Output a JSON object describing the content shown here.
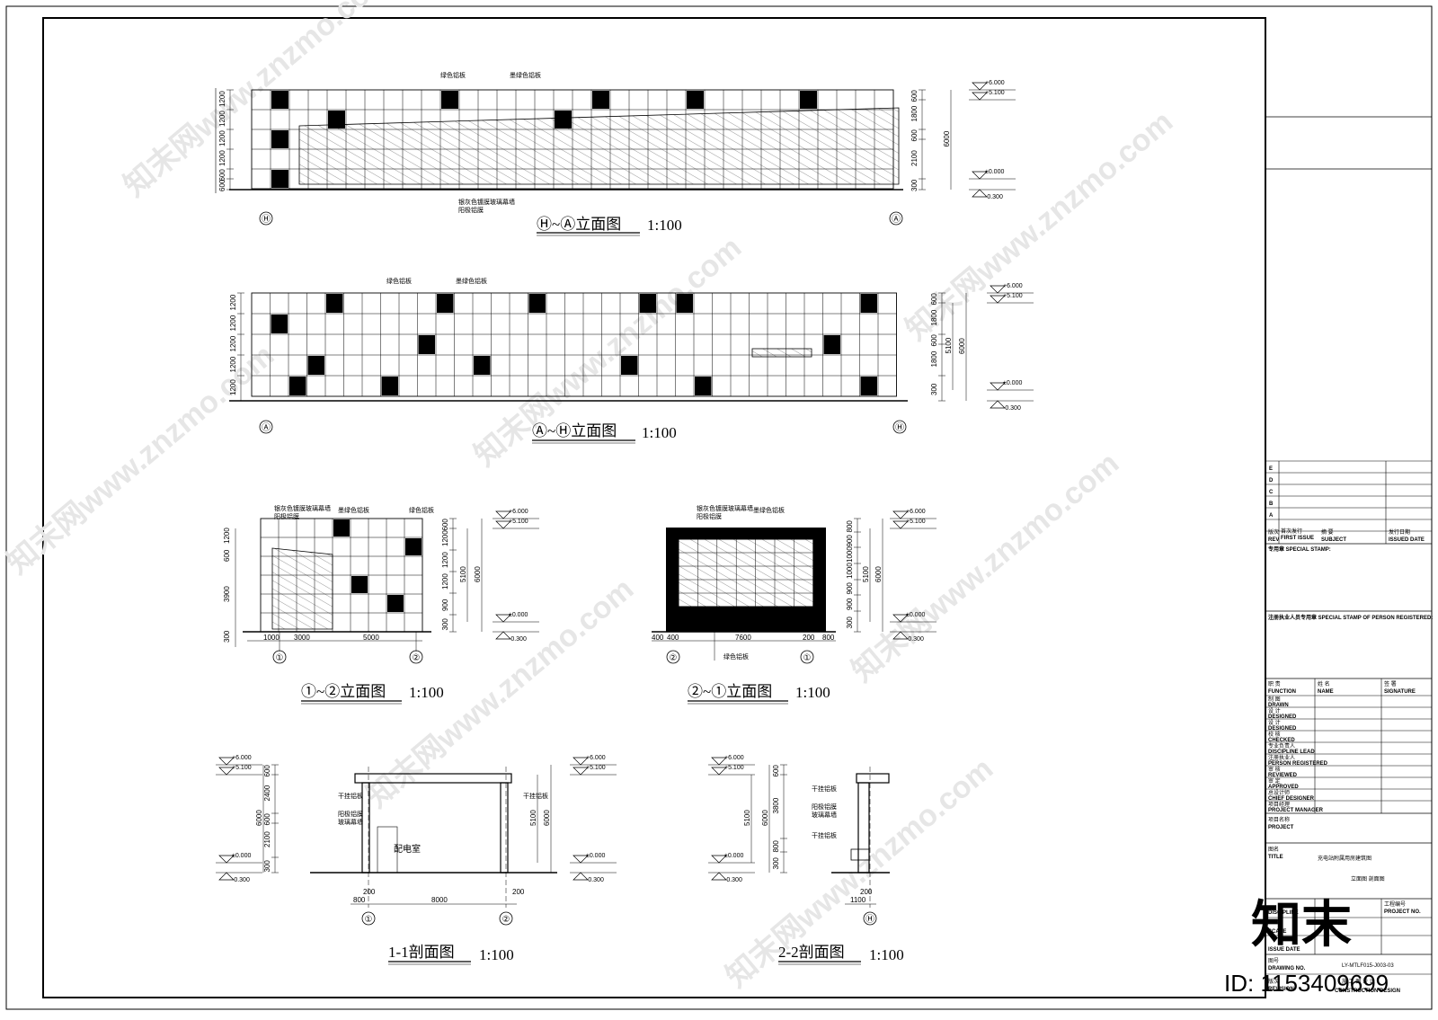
{
  "drawing": {
    "views": {
      "elev_ha": {
        "title": "Ⓗ~Ⓐ立面图",
        "scale": "1:100",
        "notes": [
          "绿色铝板",
          "墨绿色铝板",
          "银灰色镀膜玻璃幕墙",
          "阳极铝膜"
        ],
        "axis_left": "Ⓗ",
        "axis_right": "Ⓐ",
        "dims_left": [
          "1200",
          "1200",
          "1200",
          "1200",
          "600",
          "600"
        ],
        "dims_right": [
          "600",
          "1800",
          "600",
          "2100",
          "300"
        ],
        "dim_total": "6000"
      },
      "elev_ah": {
        "title": "Ⓐ~Ⓗ立面图",
        "scale": "1:100",
        "notes": [
          "绿色铝板",
          "墨绿色铝板"
        ],
        "axis_left": "Ⓐ",
        "axis_right": "Ⓗ",
        "dims_left": [
          "1200",
          "1200",
          "1200",
          "1200",
          "1200"
        ],
        "dims_right": [
          "600",
          "1800",
          "600",
          "1800",
          "300"
        ],
        "dim_total": "6000",
        "dim_sub": "5100"
      },
      "elev_12": {
        "title": "①~②立面图",
        "scale": "1:100",
        "notes": [
          "银灰色镀膜玻璃幕墙",
          "阳极铝膜",
          "墨绿色铝板",
          "绿色铝板"
        ],
        "dims_left": [
          "1200",
          "600",
          "3900",
          "300"
        ],
        "dims_bottom": [
          "1000",
          "3000",
          "5000"
        ],
        "dims_right": [
          "600",
          "1200",
          "1200",
          "1200",
          "900",
          "300"
        ],
        "dim_total": "6000",
        "dim_sub": "5100",
        "axis_left": "①",
        "axis_right": "②"
      },
      "elev_21": {
        "title": "②~①立面图",
        "scale": "1:100",
        "notes": [
          "银灰色镀膜玻璃幕墙",
          "阳极铝膜",
          "墨绿色铝板",
          "绿色铝板"
        ],
        "dims_bottom": [
          "400",
          "400",
          "7600",
          "200",
          "800"
        ],
        "dims_right": [
          "800",
          "900",
          "1000",
          "1000",
          "900",
          "900",
          "300"
        ],
        "dim_total": "6000",
        "dim_sub": "5100",
        "axis_left": "②",
        "axis_right": "①"
      },
      "sec_11": {
        "title": "1-1剖面图",
        "scale": "1:100",
        "notes": [
          "干挂铝板",
          "阳极铝膜",
          "玻璃幕墙",
          "干挂铝板"
        ],
        "room": "配电室",
        "dims_left": [
          "600",
          "2400",
          "600",
          "2100",
          "300"
        ],
        "dim_total": "6000",
        "dim_sub": "5100",
        "dims_bottom": [
          "800",
          "200",
          "8000",
          "200"
        ],
        "axis_left": "①",
        "axis_right": "②"
      },
      "sec_22": {
        "title": "2-2剖面图",
        "scale": "1:100",
        "notes": [
          "干挂铝板",
          "阳极铝膜",
          "玻璃幕墙",
          "干挂铝板"
        ],
        "dims_left": [
          "600",
          "3800",
          "800",
          "300"
        ],
        "dim_total": "6000",
        "dim_sub": "5100",
        "dims_bottom": [
          "200",
          "1100"
        ],
        "axis": "Ⓗ"
      }
    },
    "levels": [
      "+6.000",
      "+5.100",
      "±0.000",
      "-0.300"
    ],
    "title_block": {
      "rev_rows": [
        "E",
        "D",
        "C",
        "B",
        "A"
      ],
      "first_issue_cn": "首次发行",
      "first_issue": "FIRST ISSUE",
      "rev_label_cn": "版次",
      "rev_label": "REV",
      "subject_cn": "摘 要",
      "subject": "SUBJECT",
      "issued_cn": "发行日期",
      "issued": "ISSUED DATE",
      "special_stamp": "专用章 SPECIAL STAMP:",
      "person_stamp": "注册执业人员专用章 SPECIAL STAMP OF PERSON REGISTERED:",
      "function_cn": "职 责",
      "function": "FUNCTION",
      "name_cn": "姓 名",
      "name": "NAME",
      "signature_cn": "签 署",
      "signature": "SIGNATURE",
      "roles": [
        {
          "cn": "制 图",
          "en": "DRAWN"
        },
        {
          "cn": "设 计",
          "en": "DESIGNED"
        },
        {
          "cn": "设 计",
          "en": "DESIGNED"
        },
        {
          "cn": "校 核",
          "en": "CHECKED"
        },
        {
          "cn": "专业负责人",
          "en": "DISCIPLINE LEAD"
        },
        {
          "cn": "注册执业人",
          "en": "PERSON REGISTERED"
        },
        {
          "cn": "审 核",
          "en": "REVIEWED"
        },
        {
          "cn": "审 定",
          "en": "APPROVED"
        },
        {
          "cn": "总设计师",
          "en": "CHIEF DESIGNER"
        },
        {
          "cn": "项目经理",
          "en": "PROJECT MANAGER"
        }
      ],
      "project_cn": "项目名称",
      "project": "PROJECT",
      "title_cn": "图名",
      "title": "TITLE",
      "title_value1": "充电站附属用房建筑图",
      "title_value2": "立面图 剖面图",
      "discipline": "DISCIPLINE",
      "project_no_cn": "工程编号",
      "project_no": "PROJECT NO.",
      "scale": "SCALE",
      "issue_date": "ISSUE DATE",
      "drawing_no_cn": "图号",
      "drawing_no": "DRAWING NO.",
      "drawing_no_value": "LY-MTLF015-J003-03",
      "revision_cn": "版次",
      "revision": "REVISION",
      "stage_cn": "施 工 图 设 计",
      "stage": "CONSTRUCTION DESIGN"
    },
    "watermark": "知末网www.znzmo.com",
    "logo": "知末",
    "id_text": "ID: 1153409699"
  }
}
